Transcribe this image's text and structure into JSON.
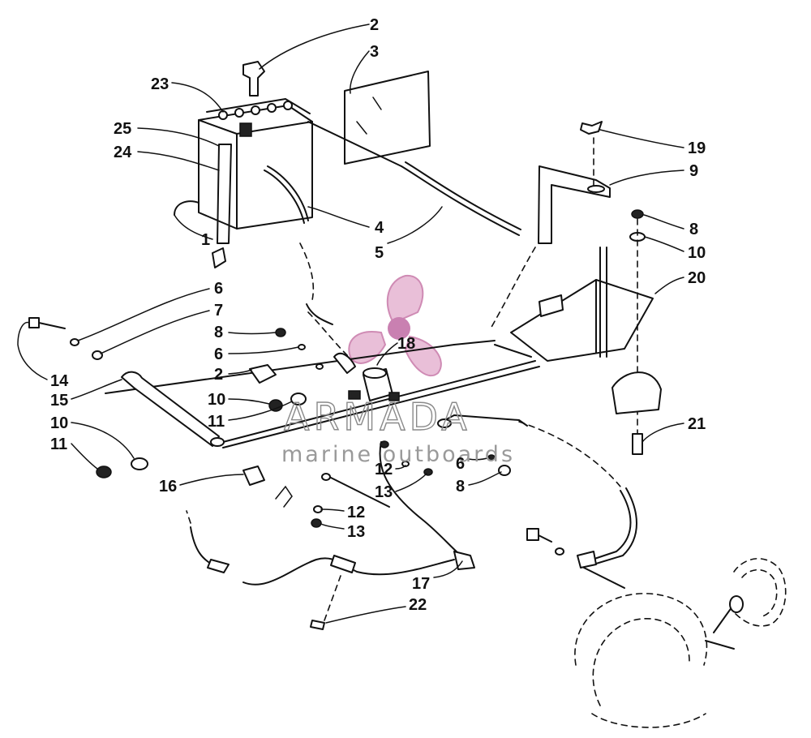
{
  "diagram": {
    "callouts": {
      "c1": "1",
      "c2a": "2",
      "c2b": "2",
      "c3": "3",
      "c4": "4",
      "c5": "5",
      "c6a": "6",
      "c6b": "6",
      "c6c": "6",
      "c7": "7",
      "c8a": "8",
      "c8b": "8",
      "c8c": "8",
      "c9": "9",
      "c10a": "10",
      "c10b": "10",
      "c10c": "10",
      "c11a": "11",
      "c11b": "11",
      "c12a": "12",
      "c12b": "12",
      "c13a": "13",
      "c13b": "13",
      "c14": "14",
      "c15": "15",
      "c16": "16",
      "c17": "17",
      "c18": "18",
      "c19": "19",
      "c20": "20",
      "c21": "21",
      "c22": "22",
      "c23": "23",
      "c24": "24",
      "c25": "25"
    }
  },
  "watermark": {
    "brand": "ARMADA",
    "tagline": "marine outboards",
    "colors": {
      "propeller": "#d9a0c4",
      "hub": "#c06aa4",
      "text": "#8a8a8a"
    }
  }
}
